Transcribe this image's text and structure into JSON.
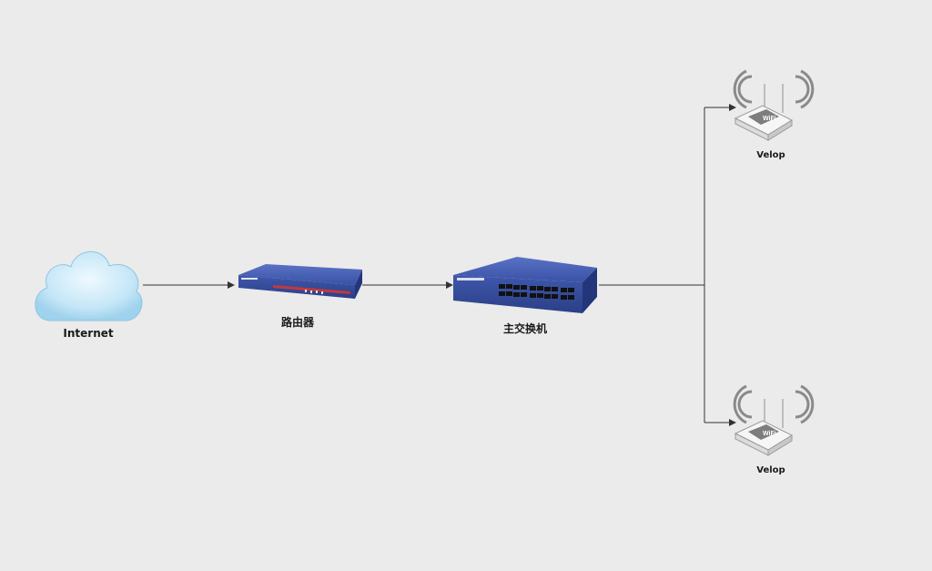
{
  "nodes": {
    "internet": {
      "label": "Internet",
      "icon": "cloud-icon"
    },
    "router": {
      "label": "路由器",
      "icon": "router-icon"
    },
    "switch": {
      "label": "主交换机",
      "icon": "switch-icon"
    },
    "ap_top": {
      "label": "Velop",
      "icon": "wifi-access-point-icon"
    },
    "ap_bottom": {
      "label": "Velop",
      "icon": "wifi-access-point-icon"
    }
  },
  "colors": {
    "background": "#ebebeb",
    "line": "#333333",
    "device_blue": "#3b53a8",
    "cloud": "#bfe3f5"
  }
}
